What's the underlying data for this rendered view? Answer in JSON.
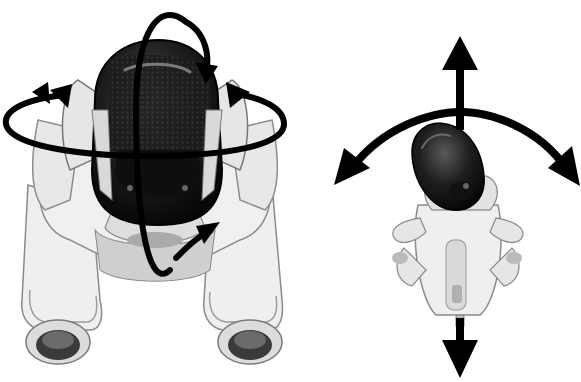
{
  "figure": {
    "background_color": "#ffffff",
    "ink_color": "#000000",
    "robot_body_color": "#f2f2f2",
    "robot_shadow_color": "#b5b5b5",
    "robot_dark_color": "#1a1a1a",
    "panels": [
      {
        "id": "head-rotation",
        "view": "front",
        "subject": "robot-dog",
        "annotation": "rotation-arrows-two-axes"
      },
      {
        "id": "body-motion",
        "view": "top",
        "subject": "robot-dog",
        "annotation": "directional-arrows-forward-backward-left-right"
      }
    ]
  }
}
